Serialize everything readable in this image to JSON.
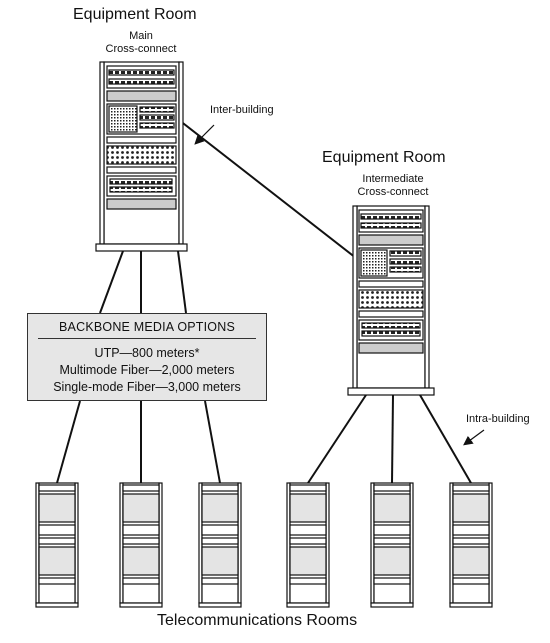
{
  "main_room": {
    "title": "Equipment Room",
    "subtitle_line1": "Main",
    "subtitle_line2": "Cross-connect"
  },
  "intermediate_room": {
    "title": "Equipment Room",
    "subtitle_line1": "Intermediate",
    "subtitle_line2": "Cross-connect"
  },
  "links": {
    "inter_building": "Inter-building",
    "intra_building": "Intra-building"
  },
  "media_options": {
    "heading": "BACKBONE MEDIA OPTIONS",
    "options": [
      "UTP—800 meters*",
      "Multimode Fiber—2,000 meters",
      "Single-mode Fiber—3,000 meters"
    ]
  },
  "telecom_rooms": {
    "caption": "Telecommunications Rooms"
  },
  "colors": {
    "line": "#111111",
    "panel_fill": "#dcdcdc",
    "box_fill": "#e6e6e6"
  }
}
